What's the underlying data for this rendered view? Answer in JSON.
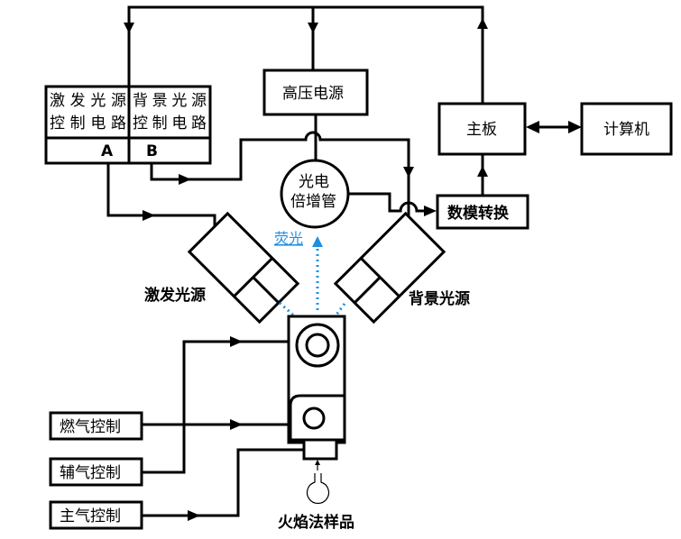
{
  "diagram": {
    "blocks": {
      "excitation_ctrl": "激发光源\n控制电路",
      "excitation_ctrl_line1": "激发光源",
      "excitation_ctrl_line2": "控制电路",
      "background_ctrl_line1": "背景光源",
      "background_ctrl_line2": "控制电路",
      "port_a": "A",
      "port_b": "B",
      "hv_supply": "高压电源",
      "pmt_line1": "光电",
      "pmt_line2": "倍增管",
      "mainboard": "主板",
      "computer": "计算机",
      "adc": "数模转换",
      "fuel_gas": "燃气控制",
      "aux_gas": "辅气控制",
      "main_gas": "主气控制"
    },
    "labels": {
      "excitation_source": "激发光源",
      "background_source": "背景光源",
      "fluorescence": "荧光",
      "flame_sample": "火焰法样品"
    },
    "colors": {
      "line": "#000000",
      "fluorescence": "#1e90e0"
    }
  }
}
